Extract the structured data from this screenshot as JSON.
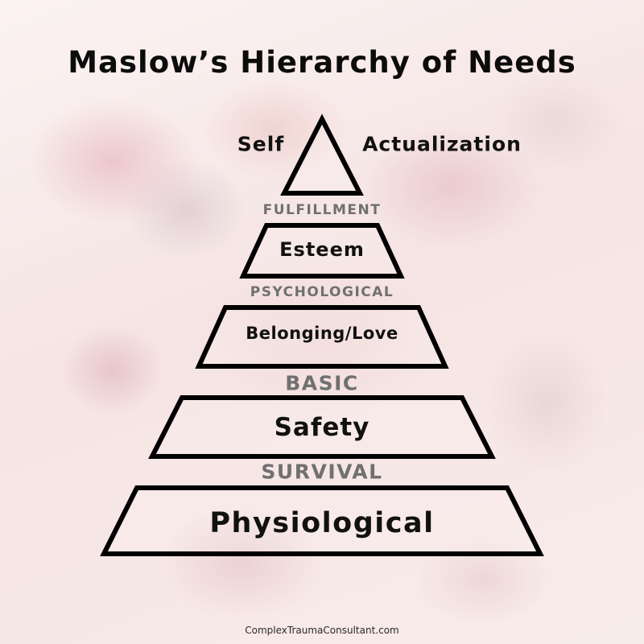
{
  "title": "Maslow’s Hierarchy of Needs",
  "levels": [
    {
      "name": "Self Actualization",
      "label_left": "Self",
      "label_right": "Actualization",
      "shape": "triangle"
    },
    {
      "name": "Esteem",
      "label": "Esteem",
      "shape": "trapezoid"
    },
    {
      "name": "Belonging/Love",
      "label": "Belonging/Love",
      "shape": "trapezoid"
    },
    {
      "name": "Safety",
      "label": "Safety",
      "shape": "trapezoid"
    },
    {
      "name": "Physiological",
      "label": "Physiological",
      "shape": "trapezoid"
    }
  ],
  "categories": [
    {
      "label": "FULFILLMENT",
      "between": [
        "Self Actualization",
        "Esteem"
      ]
    },
    {
      "label": "PSYCHOLOGICAL",
      "between": [
        "Esteem",
        "Belonging/Love"
      ]
    },
    {
      "label": "BASIC",
      "between": [
        "Belonging/Love",
        "Safety"
      ]
    },
    {
      "label": "SURVIVAL",
      "between": [
        "Safety",
        "Physiological"
      ]
    }
  ],
  "footer": "ComplexTraumaConsultant.com",
  "colors": {
    "outline": "#000000",
    "level_text": "#111111",
    "category_text": "#707070",
    "background": "#f9efed"
  }
}
